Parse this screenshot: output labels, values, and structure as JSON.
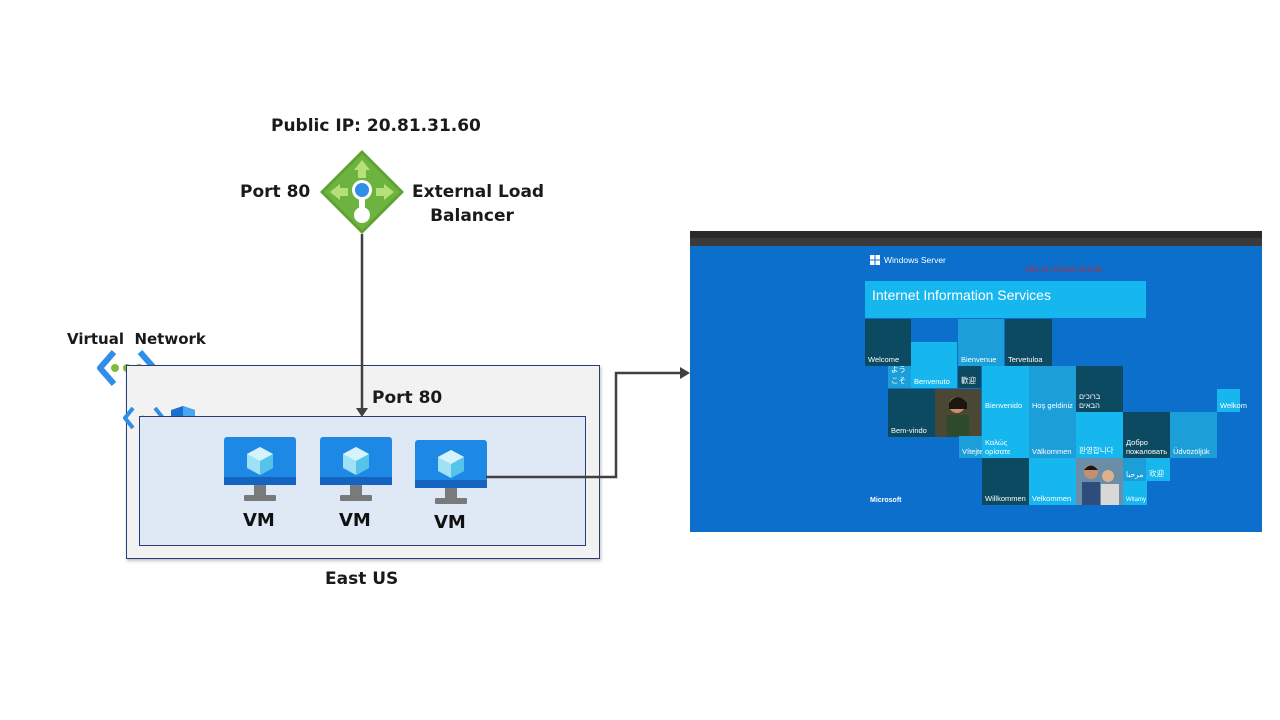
{
  "diagram": {
    "public_ip": "Public IP: 20.81.31.60",
    "lb_port": "Port 80",
    "lb_name_line1": "External Load",
    "lb_name_line2": "Balancer",
    "vnet_label": "Virtual  Network",
    "inner_port": "Port 80",
    "vm_labels": [
      "VM",
      "VM",
      "VM"
    ],
    "region": "East US"
  },
  "iis_screenshot": {
    "brand": "Windows Server",
    "red_text": "HELLO FROM AZURE",
    "banner": "Internet Information Services",
    "footer": "Microsoft",
    "tiles": {
      "welcome": "Welcome",
      "bienvenue": "Bienvenue",
      "tervetuloa": "Tervetuloa",
      "youkoso": "ようこそ",
      "benvenuto": "Benvenuto",
      "kanying": "歡迎",
      "bienvenido": "Bienvenido",
      "hosgeldiniz": "Hoş geldiniz",
      "hebrew": "ברוכים הבאים",
      "welkom": "Welkom",
      "bemvindo": "Bem-vindo",
      "vitejte": "Vítejte",
      "greek": "Καλώς ορίσατε",
      "valkommen": "Välkommen",
      "korean": "환영합니다",
      "russian": "Добро пожаловать",
      "udvozoljuk": "Üdvözöljük",
      "arabic": "مرحبا",
      "huanying": "欢迎",
      "willkommen": "Willkommen",
      "velkommen": "Velkommen",
      "witamy": "Witamy"
    }
  },
  "colors": {
    "vnet_border": "#2b3c7a",
    "lb_green": "#5ea22f",
    "vm_blue": "#1e88e5",
    "iis_blue": "#0b6fcb"
  }
}
